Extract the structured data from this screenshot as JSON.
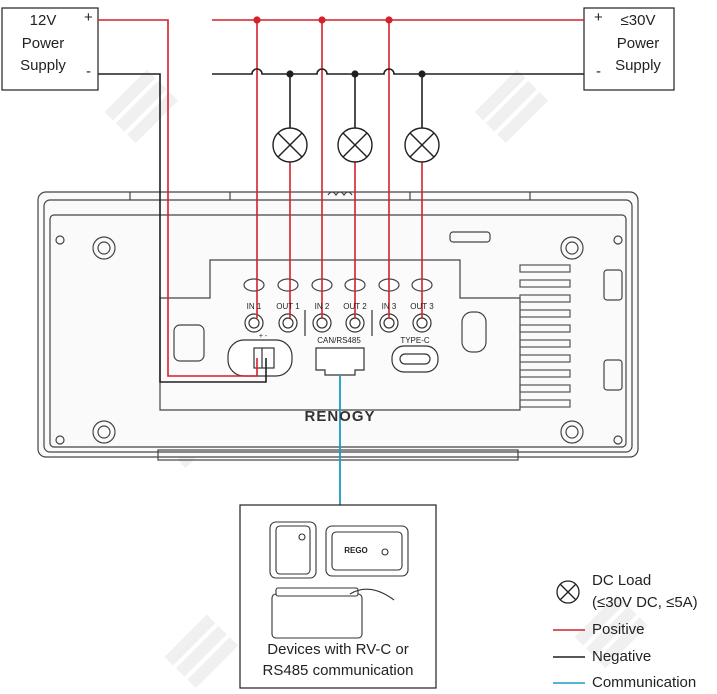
{
  "left_supply": {
    "line1": "12V",
    "line2": "Power",
    "line3": "Supply",
    "plus": "+",
    "minus": "-"
  },
  "right_supply": {
    "line1": "≤30V",
    "line2": "Power",
    "line3": "Supply",
    "plus": "+",
    "minus": "-"
  },
  "ports": {
    "in1": "IN 1",
    "out1": "OUT 1",
    "in2": "IN 2",
    "out2": "OUT 2",
    "in3": "IN 3",
    "out3": "OUT 3",
    "can": "CAN/RS485",
    "typec": "TYPE-C",
    "pm": "+ -"
  },
  "brand": "RENOGY",
  "devices": {
    "caption_line1": "Devices with RV-C or",
    "caption_line2": "RS485 communication",
    "rego_label": "REGO"
  },
  "legend": {
    "dc_load": "DC Load",
    "dc_load_spec": "(≤30V DC, ≤5A)",
    "positive": "Positive",
    "negative": "Negative",
    "communication": "Communication"
  },
  "colors": {
    "positive": "#d4212a",
    "negative": "#231f20",
    "communication": "#1c9bc4",
    "watermark": "#eeeeee"
  }
}
